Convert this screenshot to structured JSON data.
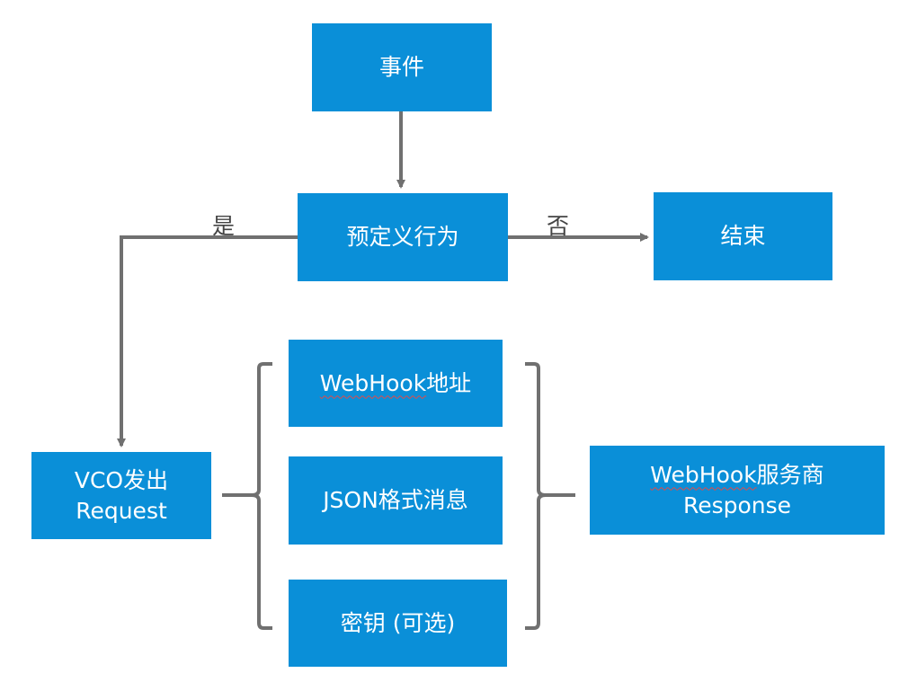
{
  "nodes": {
    "event": "事件",
    "predefined": "预定义行为",
    "end": "结束",
    "vco_line1": "VCO发出",
    "vco_line2": "Request",
    "webhook_addr_en": "WebHook",
    "webhook_addr_zh": "地址",
    "json_msg": "JSON格式消息",
    "secret": "密钥 (可选)",
    "response_en": "WebHook",
    "response_zh": "服务商",
    "response_line2": "Response"
  },
  "edges": {
    "yes_label": "是",
    "no_label": "否"
  },
  "colors": {
    "box_fill": "#0a8fd8",
    "box_text": "#ffffff",
    "connector": "#707070",
    "label_text": "#444444"
  }
}
